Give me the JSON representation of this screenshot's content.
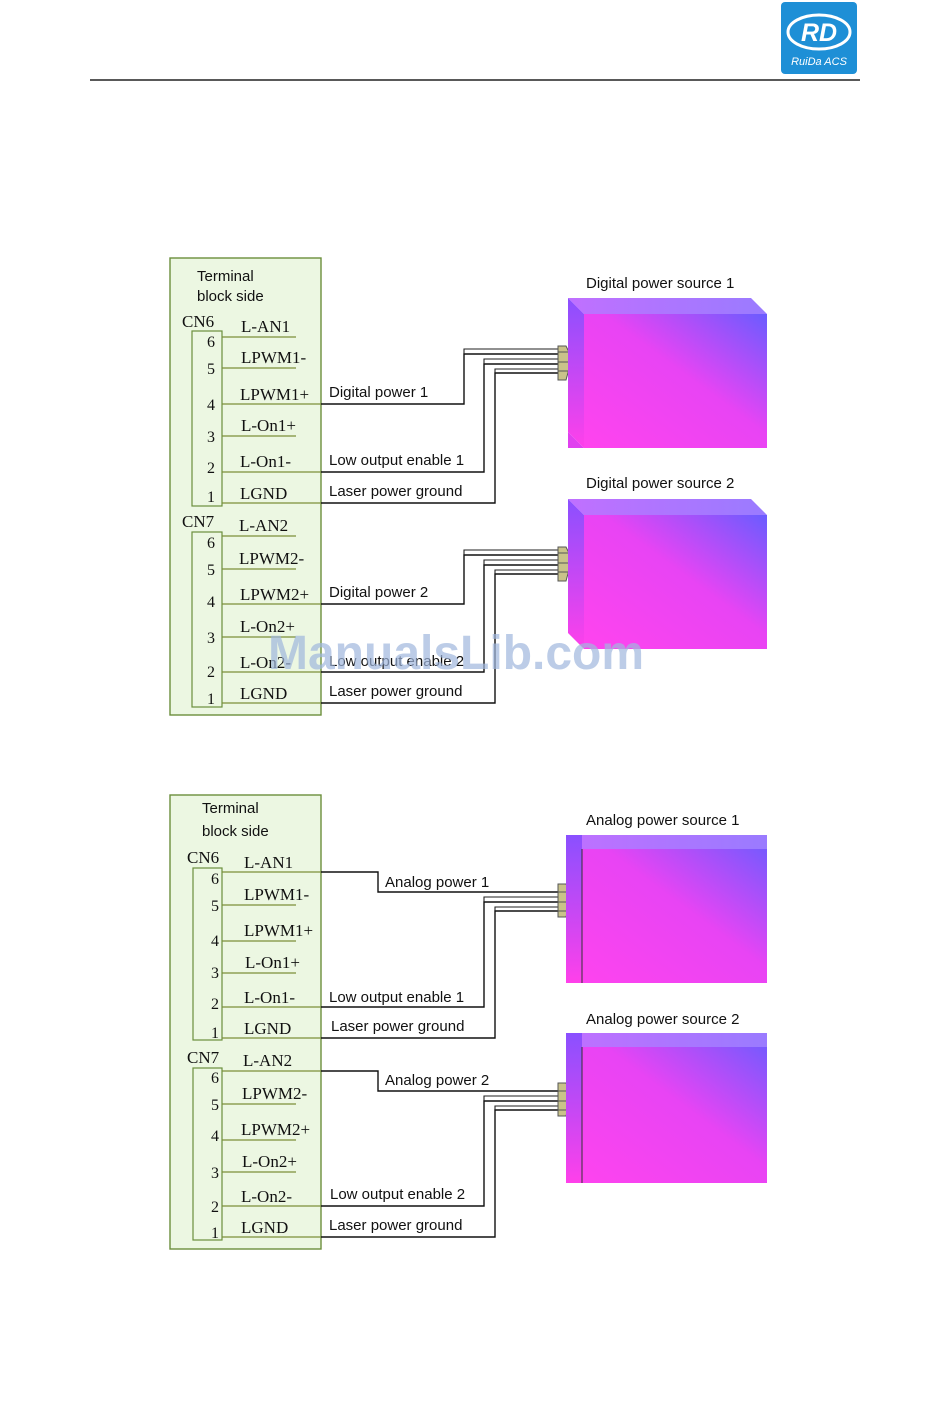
{
  "header": {
    "logo_text": "RD",
    "logo_subtitle": "RuiDa ACS"
  },
  "diagram_top": {
    "terminal_title_line1": "Terminal",
    "terminal_title_line2": "block side",
    "cn6_label": "CN6",
    "cn7_label": "CN7",
    "cn6_signals": [
      "L-AN1",
      "LPWM1-",
      "LPWM1+",
      "L-On1+",
      "L-On1-",
      "LGND"
    ],
    "cn7_signals": [
      "L-AN2",
      "LPWM2-",
      "LPWM2+",
      "L-On2+",
      "L-On2-",
      "LGND"
    ],
    "pin_numbers": [
      "6",
      "5",
      "4",
      "3",
      "2",
      "1"
    ],
    "cn6_wires": [
      "Digital power 1",
      "Low output enable 1",
      "Laser power ground"
    ],
    "cn7_wires": [
      "Digital power 2",
      "Low output enable 2",
      "Laser power ground"
    ],
    "source1": "Digital power source 1",
    "source2": "Digital power source 2"
  },
  "diagram_bottom": {
    "terminal_title_line1": "Terminal",
    "terminal_title_line2": "block side",
    "cn6_label": "CN6",
    "cn7_label": "CN7",
    "cn6_signals": [
      "L-AN1",
      "LPWM1-",
      "LPWM1+",
      "L-On1+",
      "L-On1-",
      "LGND"
    ],
    "cn7_signals": [
      "L-AN2",
      "LPWM2-",
      "LPWM2+",
      "L-On2+",
      "L-On2-",
      "LGND"
    ],
    "pin_numbers": [
      "6",
      "5",
      "4",
      "3",
      "2",
      "1"
    ],
    "cn6_wires": [
      "Analog power 1",
      "Low output enable 1",
      "Laser power ground"
    ],
    "cn7_wires": [
      "Analog power 2",
      "Low output enable 2",
      "Laser power ground"
    ],
    "source1": "Analog power source 1",
    "source2": "Analog power source 2"
  },
  "watermark": "ManualsLib.com",
  "colors": {
    "logo_blue": "#1e8fd6",
    "terminal_fill": "#ecf7e2",
    "terminal_border": "#6b8f3c",
    "box_magenta": "#ff44ee",
    "box_violet": "#6a5cff"
  }
}
